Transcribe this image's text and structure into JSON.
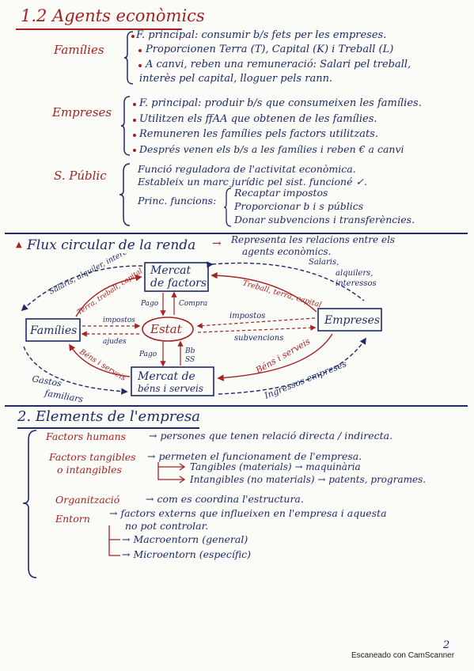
{
  "s1": {
    "title": "1.2 Agents econòmics",
    "families": {
      "label": "Famílies",
      "lines": [
        "F. principal: consumir b/s fets per les empreses.",
        "Proporcionen Terra (T), Capital (K) i Treball (L)",
        "A canvi, reben una remuneració: Salari pel treball,",
        "interès pel capital, lloguer pels rann."
      ]
    },
    "empreses": {
      "label": "Empreses",
      "lines": [
        "F. principal: produir b/s que consumeixen les famílies.",
        "Utilitzen els ffAA que obtenen de les famílies.",
        "Remuneren les famílies pels factors utilitzats.",
        "Després venen els b/s a les famílies i reben € a canvi"
      ]
    },
    "spublic": {
      "label": "S. Públic",
      "lines": [
        "Funció reguladora de l'activitat econòmica.",
        "Estableix un marc jurídic pel sist. funcioné ✓."
      ],
      "princ": "Princ. funcions:",
      "subs": [
        "Recaptar impostos",
        "Proporcionar b i s públics",
        "Donar subvencions i transferències."
      ]
    }
  },
  "flux": {
    "title": "Flux circular de la renda",
    "note_line1": "Representa les relacions entre els",
    "note_line2": "agents econòmics.",
    "nodes": {
      "mercat_factors": [
        "Mercat",
        "de factors"
      ],
      "mercat_bens": [
        "Mercat de",
        "béns i serveis"
      ],
      "families": "Famílies",
      "empreses": "Empreses",
      "estat": "Estat"
    },
    "labels": {
      "salaris_left": "Salaris, alquiler, interessos",
      "terra_treball_capital": "Terra, treball, capital",
      "salaris_right_1": "Salaris,",
      "salaris_right_2": "alquilers,",
      "salaris_right_3": "interessos",
      "treball_terra_capital": "Treball, terra, capital",
      "pago_top": "Pago",
      "compra": "Compra",
      "impostos_left": "impostos",
      "impostos_right": "impostos",
      "ajudes": "ajudes",
      "subvencions": "subvencions",
      "pago_bottom": "Pago",
      "bs_1": "Bb",
      "bs_2": "SS",
      "bens_serveis_left": "Béns i serveis",
      "bens_serveis_right": "Béns i serveis",
      "gastos_1": "Gastos",
      "gastos_2": "familiars",
      "ingressos": "Ingressos empreses"
    }
  },
  "s2": {
    "title": "2. Elements de l'empresa",
    "items": [
      {
        "label": "Factors humans",
        "text": "→ persones que tenen relació directa / indirecta."
      },
      {
        "label": "Factors tangibles",
        "label2": "o intangibles",
        "text": "→ permeten el funcionament de l'empresa."
      }
    ],
    "tang_1": "Tangibles (materials) → maquinària",
    "tang_2": "Intangibles (no materials) → patents, programes.",
    "org_label": "Organització",
    "org_text": "→ com es coordina l'estructura.",
    "entorn_label": "Entorn",
    "entorn_text_1": "→ factors externs que influeixen en l'empresa i aquesta",
    "entorn_text_2": "no pot controlar.",
    "macro": "→ Macroentorn (general)",
    "micro": "→ Microentorn (específic)"
  },
  "page_number": "2",
  "footer": "Escaneado con CamScanner",
  "colors": {
    "ink_blue": "#1f2a66",
    "ink_red": "#a52222",
    "paper": "#fbfbf8"
  }
}
